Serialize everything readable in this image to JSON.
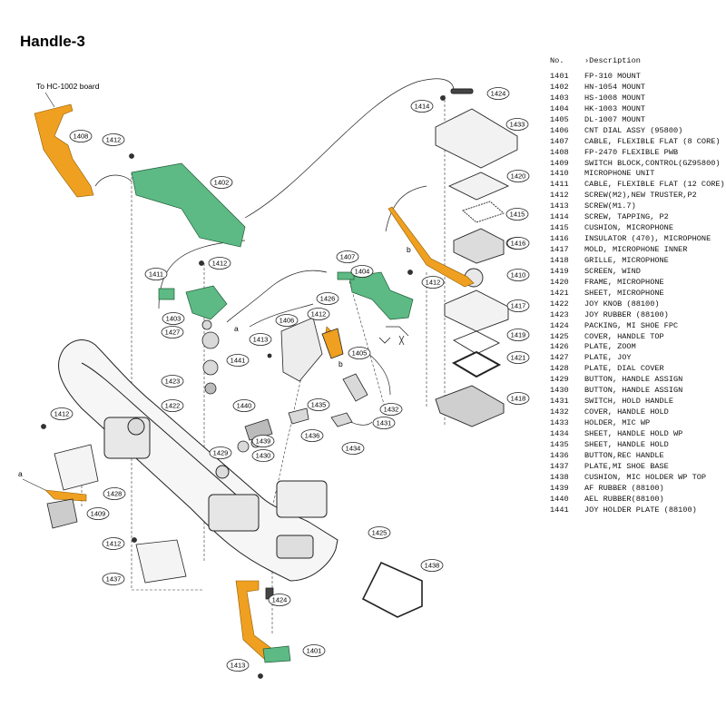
{
  "title": "Handle-3",
  "note_board": "To HC-1002 board",
  "marker_a": "a",
  "marker_b": "b",
  "callouts": [
    {
      "key": "1408",
      "label": "1408"
    },
    {
      "key": "1412a",
      "label": "1412"
    },
    {
      "key": "1402",
      "label": "1402"
    },
    {
      "key": "1414",
      "label": "1414"
    },
    {
      "key": "1424a",
      "label": "1424"
    },
    {
      "key": "1433",
      "label": "1433"
    },
    {
      "key": "1420",
      "label": "1420"
    },
    {
      "key": "1415",
      "label": "1415"
    },
    {
      "key": "1416a",
      "label": "1416"
    },
    {
      "key": "1410",
      "label": "1410"
    },
    {
      "key": "1417",
      "label": "1417"
    },
    {
      "key": "1419",
      "label": "1419"
    },
    {
      "key": "1421",
      "label": "1421"
    },
    {
      "key": "1418",
      "label": "1418"
    },
    {
      "key": "1411",
      "label": "1411"
    },
    {
      "key": "1412b",
      "label": "1412"
    },
    {
      "key": "1407",
      "label": "1407"
    },
    {
      "key": "1404",
      "label": "1404"
    },
    {
      "key": "1412c",
      "label": "1412"
    },
    {
      "key": "1403",
      "label": "1403"
    },
    {
      "key": "1427",
      "label": "1427"
    },
    {
      "key": "1426",
      "label": "1426"
    },
    {
      "key": "1406",
      "label": "1406"
    },
    {
      "key": "1412d",
      "label": "1412"
    },
    {
      "key": "1405",
      "label": "1405"
    },
    {
      "key": "1441",
      "label": "1441"
    },
    {
      "key": "1413a",
      "label": "1413"
    },
    {
      "key": "1423",
      "label": "1423"
    },
    {
      "key": "1422",
      "label": "1422"
    },
    {
      "key": "1432",
      "label": "1432"
    },
    {
      "key": "1435",
      "label": "1435"
    },
    {
      "key": "1431",
      "label": "1431"
    },
    {
      "key": "1440",
      "label": "1440"
    },
    {
      "key": "1434",
      "label": "1434"
    },
    {
      "key": "1436",
      "label": "1436"
    },
    {
      "key": "1439",
      "label": "1439"
    },
    {
      "key": "1430",
      "label": "1430"
    },
    {
      "key": "1429",
      "label": "1429"
    },
    {
      "key": "1412e",
      "label": "1412"
    },
    {
      "key": "1428",
      "label": "1428"
    },
    {
      "key": "1409",
      "label": "1409"
    },
    {
      "key": "1425",
      "label": "1425"
    },
    {
      "key": "1412f",
      "label": "1412"
    },
    {
      "key": "1437",
      "label": "1437"
    },
    {
      "key": "1438",
      "label": "1438"
    },
    {
      "key": "1424b",
      "label": "1424"
    },
    {
      "key": "1401",
      "label": "1401"
    },
    {
      "key": "1413b",
      "label": "1413"
    },
    {
      "key": "1416b",
      "label": "1416"
    }
  ],
  "parts_table": {
    "header_no": "No.",
    "header_desc": "Description",
    "rows": [
      {
        "no": "1401",
        "desc": "FP-310 MOUNT"
      },
      {
        "no": "1402",
        "desc": "HN-1054 MOUNT"
      },
      {
        "no": "1403",
        "desc": "HS-1008 MOUNT"
      },
      {
        "no": "1404",
        "desc": "HK-1003 MOUNT"
      },
      {
        "no": "1405",
        "desc": "DL-1007 MOUNT"
      },
      {
        "no": "1406",
        "desc": "CNT DIAL ASSY (95800)"
      },
      {
        "no": "1407",
        "desc": "CABLE, FLEXIBLE FLAT (8 CORE)"
      },
      {
        "no": "1408",
        "desc": "FP-2470 FLEXIBLE PWB"
      },
      {
        "no": "1409",
        "desc": "SWITCH BLOCK,CONTROL(GZ95800)"
      },
      {
        "no": "1410",
        "desc": "MICROPHONE UNIT"
      },
      {
        "no": "1411",
        "desc": "CABLE, FLEXIBLE FLAT (12 CORE)"
      },
      {
        "no": "1412",
        "desc": "SCREW(M2),NEW TRUSTER,P2"
      },
      {
        "no": "1413",
        "desc": "SCREW(M1.7)"
      },
      {
        "no": "1414",
        "desc": "SCREW, TAPPING, P2"
      },
      {
        "no": "1415",
        "desc": "CUSHION, MICROPHONE"
      },
      {
        "no": "1416",
        "desc": "INSULATOR (470), MICROPHONE"
      },
      {
        "no": "1417",
        "desc": "MOLD, MICROPHONE INNER"
      },
      {
        "no": "1418",
        "desc": "GRILLE, MICROPHONE"
      },
      {
        "no": "1419",
        "desc": "SCREEN, WIND"
      },
      {
        "no": "1420",
        "desc": "FRAME, MICROPHONE"
      },
      {
        "no": "1421",
        "desc": "SHEET, MICROPHONE"
      },
      {
        "no": "1422",
        "desc": "JOY KNOB (88100)"
      },
      {
        "no": "1423",
        "desc": "JOY RUBBER (88100)"
      },
      {
        "no": "1424",
        "desc": "PACKING, MI SHOE FPC"
      },
      {
        "no": "1425",
        "desc": "COVER, HANDLE TOP"
      },
      {
        "no": "1426",
        "desc": "PLATE, ZOOM"
      },
      {
        "no": "1427",
        "desc": "PLATE, JOY"
      },
      {
        "no": "1428",
        "desc": "PLATE, DIAL COVER"
      },
      {
        "no": "1429",
        "desc": "BUTTON, HANDLE ASSIGN"
      },
      {
        "no": "1430",
        "desc": "BUTTON, HANDLE ASSIGN"
      },
      {
        "no": "1431",
        "desc": "SWITCH, HOLD HANDLE"
      },
      {
        "no": "1432",
        "desc": "COVER, HANDLE HOLD"
      },
      {
        "no": "1433",
        "desc": "HOLDER, MIC WP"
      },
      {
        "no": "1434",
        "desc": "SHEET, HANDLE HOLD WP"
      },
      {
        "no": "1435",
        "desc": "SHEET, HANDLE HOLD"
      },
      {
        "no": "1436",
        "desc": "BUTTON,REC HANDLE"
      },
      {
        "no": "1437",
        "desc": "PLATE,MI SHOE BASE"
      },
      {
        "no": "1438",
        "desc": "CUSHION, MIC HOLDER WP TOP"
      },
      {
        "no": "1439",
        "desc": "AF RUBBER (88100)"
      },
      {
        "no": "1440",
        "desc": "AEL RUBBER(88100)"
      },
      {
        "no": "1441",
        "desc": "JOY HOLDER PLATE (88100)"
      }
    ]
  },
  "colors": {
    "flex_cable": "#f0a020",
    "pcb": "#5dba84",
    "line": "#222222"
  }
}
